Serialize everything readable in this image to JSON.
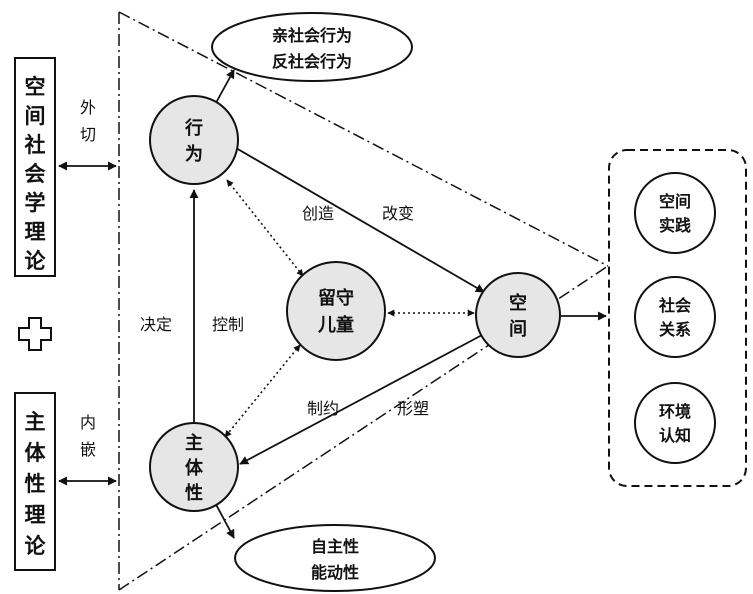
{
  "left_theories": {
    "spatial": {
      "lines": [
        "空",
        "间",
        "社",
        "会",
        "学",
        "理",
        "论"
      ],
      "relation_lines": [
        "外",
        "切"
      ]
    },
    "plus_symbol": "plus-cross",
    "subjectivity": {
      "lines": [
        "主",
        "体",
        "性",
        "理",
        "论"
      ],
      "relation_lines": [
        "内",
        "嵌"
      ]
    }
  },
  "nodes": {
    "behavior": [
      "行",
      "为"
    ],
    "children": [
      "留守",
      "儿童"
    ],
    "space": [
      "空",
      "间"
    ],
    "subject": [
      "主",
      "体",
      "性"
    ]
  },
  "outcomes": {
    "top": [
      "亲社会行为",
      "反社会行为"
    ],
    "bottom": [
      "自主性",
      "能动性"
    ]
  },
  "edge_labels": {
    "create": "创造",
    "change": "改变",
    "decide": "决定",
    "control": "控制",
    "constrain": "制约",
    "shape": "形塑"
  },
  "space_dimensions": [
    [
      "空间",
      "实践"
    ],
    [
      "社会",
      "关系"
    ],
    [
      "环境",
      "认知"
    ]
  ]
}
